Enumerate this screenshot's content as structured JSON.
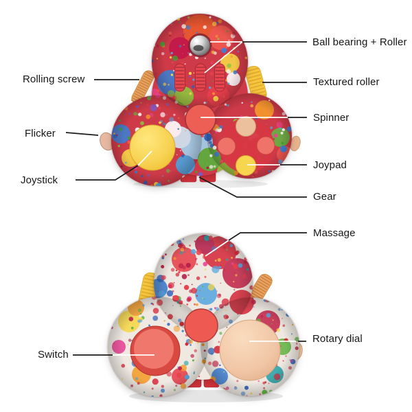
{
  "figure": {
    "type": "annotated product diagram",
    "subject": "multicolor paint-splatter fidget pad controller toy, two views (front and back)"
  },
  "labels": {
    "ball_bearing_roller": "Ball bearing + Roller",
    "rolling_screw": "Rolling screw",
    "textured_roller": "Textured roller",
    "spinner": "Spinner",
    "flicker": "Flicker",
    "joypad": "Joypad",
    "joystick": "Joystick",
    "gear": "Gear",
    "massage": "Massage",
    "rotary_dial": "Rotary dial",
    "switch": "Switch"
  },
  "colors": {
    "background": "#ffffff",
    "label_text": "#161616",
    "leader_line_dark": "#1b1b1b",
    "leader_line_light": "#ffffff",
    "front_body_base": "#cf3a48",
    "back_body_base": "#efe9e2",
    "spinner_red": "#ed5f55",
    "joystick_yellow": "#f6cd48",
    "joypad_beige": "#ecc09c",
    "joypad_red": "#f0736a",
    "joypad_yellow": "#f8d54e",
    "roller_red": "#e6454e",
    "rolling_screw_orange": "#e8a268",
    "textured_roller_yellow": "#f5c53d",
    "ball_bearing_silver": "#c9c9c9",
    "gear_red": "#d2333b",
    "switch_red": "#e34a40",
    "rotary_dial_beige": "#f0c6a6",
    "flicker_knob_beige": "#e7b9a2",
    "splatter_palette": [
      "#d62b3c",
      "#3f7fd1",
      "#63b544",
      "#f7d648",
      "#f39c2c",
      "#e84393",
      "#2aa3a8",
      "#ffffff"
    ]
  }
}
